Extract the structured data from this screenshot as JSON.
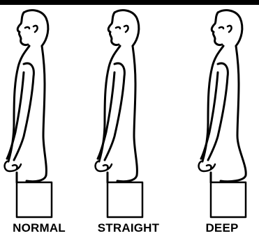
{
  "colors": {
    "ink": "#000000",
    "background": "#ffffff"
  },
  "panels": [
    {
      "label": "NORMAL"
    },
    {
      "label": "STRAIGHT"
    },
    {
      "label": "DEEP"
    }
  ]
}
